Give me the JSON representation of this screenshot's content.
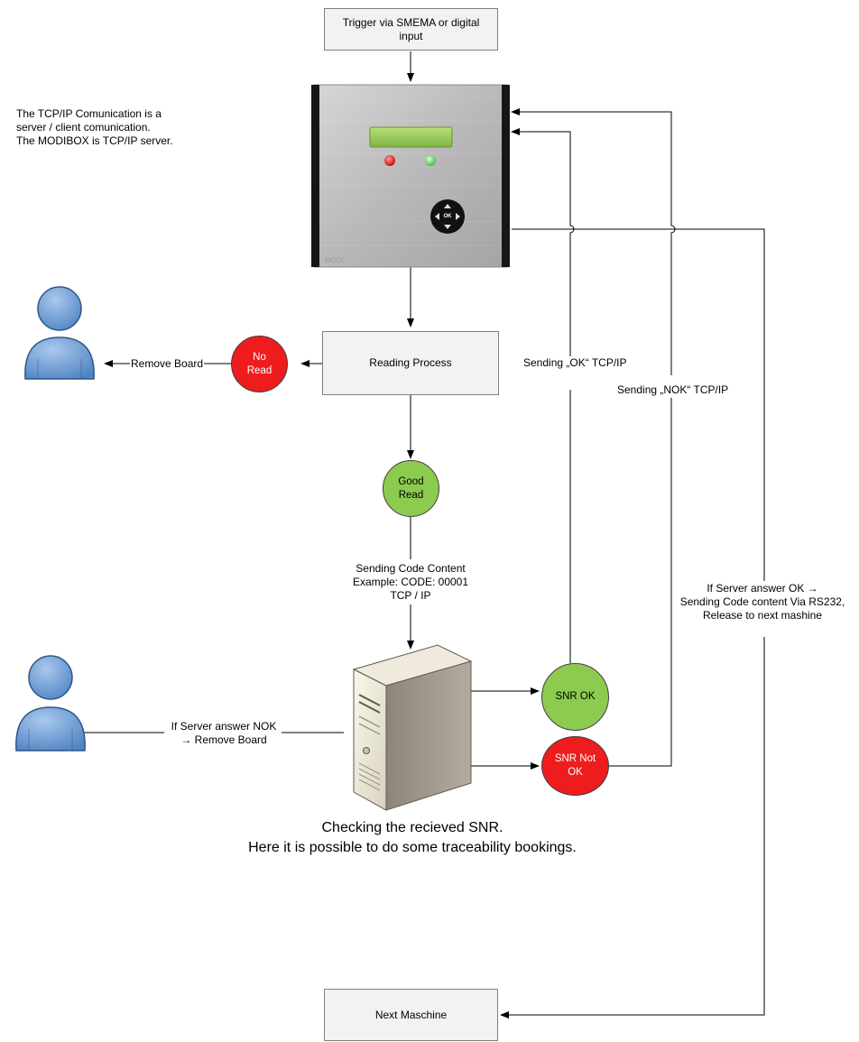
{
  "trigger_box": "Trigger via SMEMA or digital input",
  "note_tcp": "The TCP/IP Comunication is a\nserver / client comunication.\nThe MODIBOX is TCP/IP server.",
  "device": {
    "brand_mark": "MODI",
    "ok_button": "OK"
  },
  "reading_process": "Reading Process",
  "no_read": "No\nRead",
  "remove_board": "Remove Board",
  "good_read": "Good\nRead",
  "sending_code": "Sending Code Content\nExample: CODE: 00001\nTCP / IP",
  "sending_ok": "Sending „OK“  TCP/IP",
  "sending_nok": "Sending „NOK“  TCP/IP",
  "server_ok_note": "If Server answer OK →\nSending Code content Via RS232,\nRelease to next mashine",
  "snr_ok": "SNR OK",
  "snr_not_ok": "SNR Not\nOK",
  "server_nok_note": "If Server answer NOK\n→ Remove Board",
  "checking_note": "Checking the recieved SNR.\nHere it is possible to do some traceability bookings.",
  "next_machine": "Next Maschine",
  "colors": {
    "good": "#8ccb4f",
    "bad": "#ee1c1c",
    "box_fill": "#f2f2f2",
    "person": "#6f9fd6"
  }
}
